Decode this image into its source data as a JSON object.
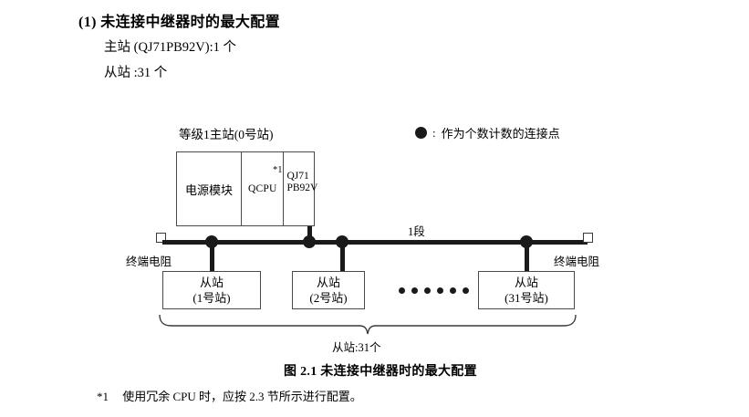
{
  "heading": {
    "number": "(1)",
    "title": "未连接中继器时的最大配置",
    "full": "(1) 未连接中继器时的最大配置"
  },
  "spec_lines": {
    "master": "主站 (QJ71PB92V):1 个",
    "slave": "从站 :31 个"
  },
  "legend": {
    "icon": "filled-circle-icon",
    "colon": ":",
    "text": "作为个数计数的连接点"
  },
  "master_station": {
    "label": "等级1主站(0号站)",
    "slots": [
      {
        "name": "power-supply-module",
        "text": "电源模块"
      },
      {
        "name": "cpu-module",
        "text": "QCPU",
        "footnote": "*1"
      },
      {
        "name": "network-module",
        "line1": "QJ71",
        "line2": "PB92V"
      }
    ]
  },
  "bus": {
    "segment_label": "1段",
    "terminator_left_label": "终端电阻",
    "terminator_right_label": "终端电阻",
    "node_count": 4
  },
  "slaves": [
    {
      "name": "slave-station-1",
      "title": "从站",
      "station": "(1号站)"
    },
    {
      "name": "slave-station-2",
      "title": "从站",
      "station": "(2号站)"
    },
    {
      "name": "slave-station-31",
      "title": "从站",
      "station": "(31号站)"
    }
  ],
  "ellipsis_dot_count": 6,
  "brace": {
    "label": "从站:31个"
  },
  "figure": {
    "caption": "图 2.1  未连接中继器时的最大配置"
  },
  "footnote": {
    "mark": "*1",
    "text": "使用冗余 CPU 时，应按 2.3 节所示进行配置。"
  },
  "colors": {
    "ink": "#000000",
    "line": "#4a4a4a",
    "bus": "#1a1a1a",
    "page": "#ffffff"
  }
}
